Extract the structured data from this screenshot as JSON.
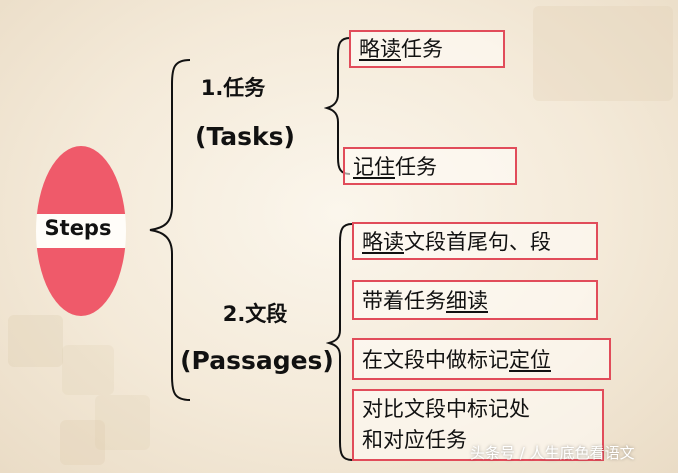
{
  "root": {
    "label": "Steps"
  },
  "branches": [
    {
      "title": "1.任务",
      "title_en": "(Tasks)",
      "items": [
        {
          "underlined": "略读",
          "text": "任务"
        },
        {
          "underlined": "记住",
          "text": "任务"
        }
      ]
    },
    {
      "title": "2.文段",
      "title_en": "(Passages)",
      "items": [
        {
          "underlined": "略读",
          "text": "文段首尾句、段"
        },
        {
          "prefix": "带着任务",
          "underlined": "细读"
        },
        {
          "prefix": "在文段中做标记",
          "underlined": "定位"
        },
        {
          "line1": "对比文段中标记处",
          "line2": "和对应任务"
        }
      ]
    }
  ],
  "watermark": "头条号 / 人生底色看语文",
  "colors": {
    "accent": "#e14c5a",
    "oval_red": "#ef5a6a",
    "background": "#f7efe2"
  }
}
